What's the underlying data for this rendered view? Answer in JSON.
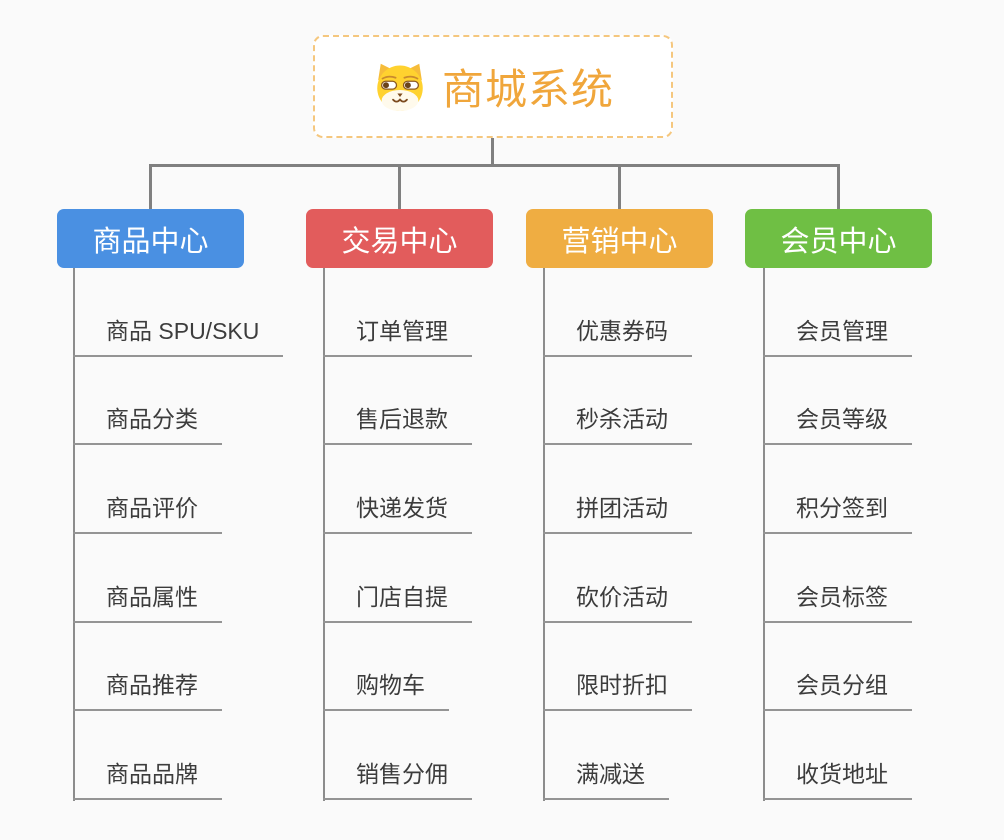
{
  "root": {
    "label": "商城系统",
    "icon": "dog-face-icon",
    "text_color": "#F0A63B",
    "border_color": "#F5C77E"
  },
  "connector_color": "#808080",
  "underline_color": "#949494",
  "background_color": "#FAFAFA",
  "columns": [
    {
      "label": "商品中心",
      "color": "#4A90E2",
      "items": [
        "商品 SPU/SKU",
        "商品分类",
        "商品评价",
        "商品属性",
        "商品推荐",
        "商品品牌"
      ]
    },
    {
      "label": "交易中心",
      "color": "#E25C5C",
      "items": [
        "订单管理",
        "售后退款",
        "快递发货",
        "门店自提",
        "购物车",
        "销售分佣"
      ]
    },
    {
      "label": "营销中心",
      "color": "#EFAD42",
      "items": [
        "优惠券码",
        "秒杀活动",
        "拼团活动",
        "砍价活动",
        "限时折扣",
        "满减送"
      ]
    },
    {
      "label": "会员中心",
      "color": "#6FBF44",
      "items": [
        "会员管理",
        "会员等级",
        "积分签到",
        "会员标签",
        "会员分组",
        "收货地址"
      ]
    }
  ]
}
